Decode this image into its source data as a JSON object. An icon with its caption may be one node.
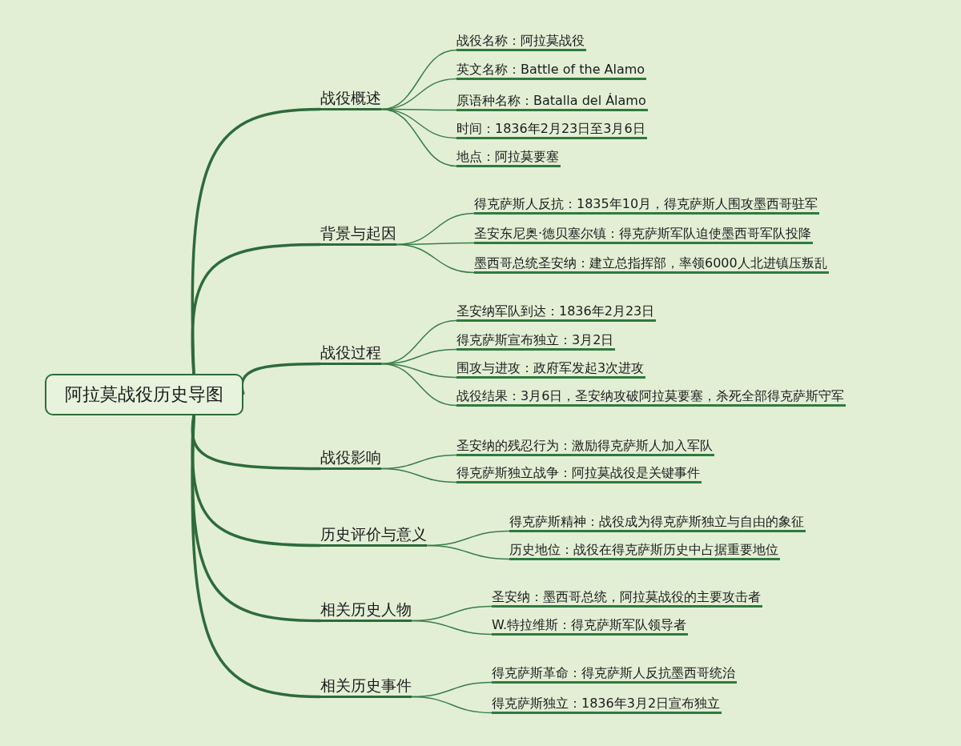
{
  "diagram": {
    "nodes": [
      {
        "text": [
          "阿拉莫战役历史导图"
        ]
      },
      {
        "text": [
          "战役概述"
        ]
      },
      {
        "text": [
          "战役名称：阿拉莫战役"
        ]
      },
      {
        "text": [
          "英文名称：Battle of the Alamo"
        ]
      },
      {
        "text": [
          "原语种名称：Batalla del Álamo"
        ]
      },
      {
        "text": [
          "时间：1836年2月23日至3月6日"
        ]
      },
      {
        "text": [
          "地点：阿拉莫要塞"
        ]
      },
      {
        "text": [
          "背景与起因"
        ]
      },
      {
        "text": [
          "得克萨斯人反抗：1835年10月，得克萨斯人围攻墨西哥驻军"
        ]
      },
      {
        "text": [
          "圣安东尼奥·德贝塞尔镇：得克萨斯军队迫使墨西哥军队投降"
        ]
      },
      {
        "text": [
          "墨西哥总统圣安纳：建立总指挥部，率领6000人北进镇压叛乱"
        ]
      },
      {
        "text": [
          "战役过程"
        ]
      },
      {
        "text": [
          "圣安纳军队到达：1836年2月23日"
        ]
      },
      {
        "text": [
          "得克萨斯宣布独立：3月2日"
        ]
      },
      {
        "text": [
          "围攻与进攻：政府军发起3次进攻"
        ]
      },
      {
        "text": [
          "战役结果：3月6日，圣安纳攻破阿拉莫要塞，杀死全部得克萨斯守军"
        ]
      },
      {
        "text": [
          "战役影响"
        ]
      },
      {
        "text": [
          "圣安纳的残忍行为：激励得克萨斯人加入军队"
        ]
      },
      {
        "text": [
          "得克萨斯独立战争：阿拉莫战役是关键事件"
        ]
      },
      {
        "text": [
          "历史评价与意义"
        ]
      },
      {
        "text": [
          "得克萨斯精神：战役成为得克萨斯独立与自由的象征"
        ]
      },
      {
        "text": [
          "历史地位：战役在得克萨斯历史中占据重要地位"
        ]
      },
      {
        "text": [
          "相关历史人物"
        ]
      },
      {
        "text": [
          "圣安纳：墨西哥总统，阿拉莫战役的主要攻击者"
        ]
      },
      {
        "text": [
          "W.特拉维斯：得克萨斯军队领导者"
        ]
      },
      {
        "text": [
          "相关历史事件"
        ]
      },
      {
        "text": [
          "得克萨斯革命：得克萨斯人反抗墨西哥统治"
        ]
      },
      {
        "text": [
          "得克萨斯独立：1836年3月2日宣布独立"
        ]
      }
    ],
    "edges": [
      {
        "from": 0,
        "to": 1,
        "arrow": "none",
        "style": "thick"
      },
      {
        "from": 1,
        "to": 2,
        "arrow": "none"
      },
      {
        "from": 1,
        "to": 3,
        "arrow": "none"
      },
      {
        "from": 1,
        "to": 4,
        "arrow": "none"
      },
      {
        "from": 1,
        "to": 5,
        "arrow": "none"
      },
      {
        "from": 1,
        "to": 6,
        "arrow": "none"
      },
      {
        "from": 0,
        "to": 7,
        "arrow": "none",
        "style": "thick"
      },
      {
        "from": 7,
        "to": 8,
        "arrow": "none"
      },
      {
        "from": 7,
        "to": 9,
        "arrow": "none"
      },
      {
        "from": 7,
        "to": 10,
        "arrow": "none"
      },
      {
        "from": 0,
        "to": 11,
        "arrow": "none",
        "style": "thick"
      },
      {
        "from": 11,
        "to": 12,
        "arrow": "none"
      },
      {
        "from": 11,
        "to": 13,
        "arrow": "none"
      },
      {
        "from": 11,
        "to": 14,
        "arrow": "none"
      },
      {
        "from": 11,
        "to": 15,
        "arrow": "none"
      },
      {
        "from": 0,
        "to": 16,
        "arrow": "none",
        "style": "thick"
      },
      {
        "from": 16,
        "to": 17,
        "arrow": "none"
      },
      {
        "from": 16,
        "to": 18,
        "arrow": "none"
      },
      {
        "from": 0,
        "to": 19,
        "arrow": "none",
        "style": "thick"
      },
      {
        "from": 19,
        "to": 20,
        "arrow": "none"
      },
      {
        "from": 19,
        "to": 21,
        "arrow": "none"
      },
      {
        "from": 0,
        "to": 22,
        "arrow": "none",
        "style": "thick"
      },
      {
        "from": 22,
        "to": 23,
        "arrow": "none"
      },
      {
        "from": 22,
        "to": 24,
        "arrow": "none"
      },
      {
        "from": 0,
        "to": 25,
        "arrow": "none",
        "style": "thick"
      },
      {
        "from": 25,
        "to": 26,
        "arrow": "none"
      },
      {
        "from": 25,
        "to": 27,
        "arrow": "none"
      }
    ]
  }
}
